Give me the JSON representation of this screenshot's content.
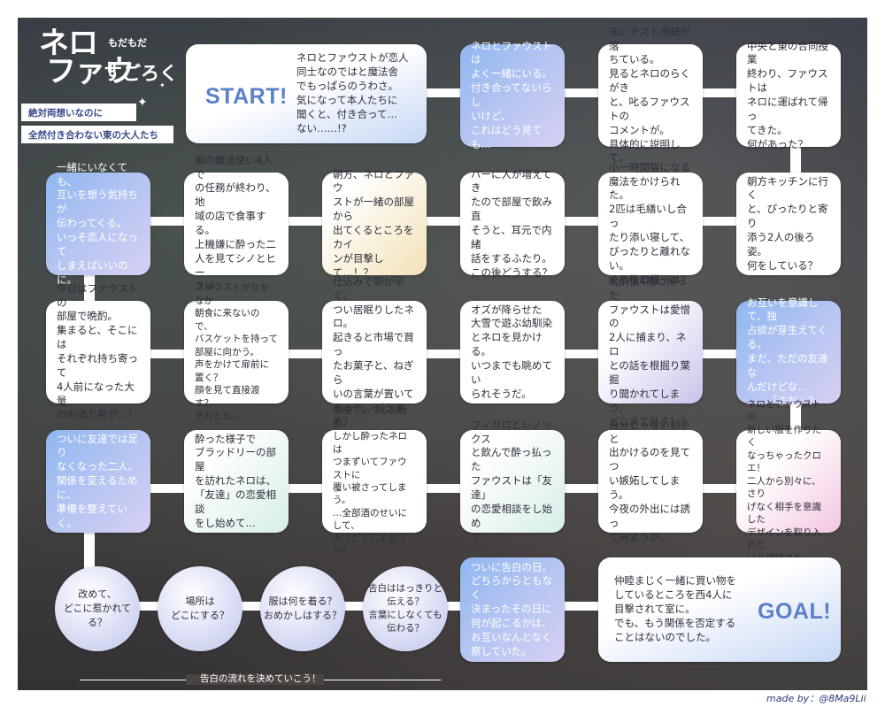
{
  "header": {
    "title_line1": "ネロ",
    "title_line2": "ファウ",
    "title_small": "もだもだ",
    "title_line3": "すごろく",
    "tag1": "絶対両想いなのに",
    "tag2": "全然付き合わない東の大人たち",
    "star_icon": "✦"
  },
  "row1": {
    "start_label": "START!",
    "start_text": "ネロとファウストが恋人\n同士なのではと魔法舎\nでもっぱらのうわさ。\n気になって本人たちに\n聞くと、付き合って…\nない……!?",
    "c2": "ネロとファウストは\nよく一緒にいる。\n付き合ってないらし\nいけど、\nこれはどう見ても…",
    "c3": "床にテスト用紙が落\nちている。\n見るとネロのらくがき\nと、叱るファウストの\nコメントが。\n具体的に説明して。",
    "c4": "中央と東の合同授業\n終わり、ファウストは\nネロに運ばれて帰っ\nてきた。\n何があった？"
  },
  "row2": {
    "c1": "一緒にいなくても、\n互いを想う気持ちが\n伝わってくる。\nいっそ恋人になって\nしまえばいいのに。",
    "c2": "東の魔法使い4人で\nの任務が終わり、地\n域の店で食事する。\n上機嫌に酔った二\n人を見てシノとヒー\nスは…",
    "c3": "朝方、ネロとファウ\nストが一緒の部屋から\n出てくるところをカイ\nンが目撃して…！？",
    "c4": "バーに人が増えてき\nたので部屋で飲み直\nそうと、耳元で内緒\n話をするふたり。\nこの後どうする？",
    "c5": "小一時間猫になる\n魔法をかけられた。\n2匹は毛繕いし合っ\nたり添い寝して、\nぴったりと離れない。\nその後の様子は？",
    "c6": "朝方キッチンに行く\nと、ぴったりと寄り\n添う2人の後ろ姿。\n何をしている？"
  },
  "row3": {
    "c1": "今日はファウストの\n部屋で晩酌。\n集まると、そこには\nそれぞれ持ち寄って\n4人前になった大量\nのお酒と肴が…！",
    "c2": "ファウストがなかなか\n朝食に来ないので、\nバスケットを持って\n部屋に向かう。\n声をかけて扉前に置く？\n顔を見て直接渡す？\nそれとも…",
    "c3": "仕込みで朝が早く、\nつい居眠りしたネロ。\n起きると市場で買っ\nたお菓子と、ねぎら\nいの言葉が置いて\nあった。どうする？",
    "c4": "オズが降らせた\n大雪で遊ぶ幼馴染\nとネロを見かける。\nいつまでも眺めてい\nられそうだ。",
    "c5": "晩酌後4階に帰った\nファウストは愛憎の\n2人に捕まり、ネロ\nとの話を根掘り葉掘\nり聞かれてしまう。\nどこまで話す！？",
    "c6": "お互いを意識して、独\n占欲が芽生えてくる。\nまだ、ただの友達な\nんだけどな…\n……「まだ」？"
  },
  "row4": {
    "c1": "ついに友達では足り\nなくなった二人。\n関係を変えるために、\n準備を整えていく。",
    "c2": "酔った様子で\nブラッドリーの部屋\nを訪れたネロは、\n「友達」の恋愛相談\nをし始めて…",
    "c3": "部屋でいつもの晩酌。\nしかし酔ったネロは\nつまずいてファウストに\n覆い被さってしまう。\n…全部酒のせいにして、\nキスしてしまおうか？",
    "c4": "フィガロとレノックス\nと飲んで酔っ払った\nファウストは「友達」\nの恋愛相談をし始め\nて…",
    "c5": "自分じゃない相手と\n出かけるのを見てつ\nい嫉妬してしまう。\n今夜の外出には誘っ\nてみようか。",
    "c6": "ネロとファウストの\n新しい服を作りたく\nなっちゃったクロエ！\n二人から別々に、さり\nげなく相手を意識した\nデザインを取り入れた\nいと相談され…"
  },
  "row5": {
    "q1": "改めて、\nどこに惹かれてる？",
    "q2": "場所は\nどこにする？",
    "q3": "服は何を着る？\nおめかしはする？",
    "q4": "告白ははっきりと\n伝える？\n言葉にしなくても\n伝わる？",
    "c5": "ついに告白の日。\nどちらからともなく\n決まったその日に\n何が起こるかは、\nお互いなんとなく\n察していた。",
    "goal_text": "仲睦まじく一緒に買い物を\nしているところを西4人に\n目撃されて室に。\nでも、もう関係を否定する\nことはないのでした。",
    "goal_label": "GOAL!"
  },
  "footer": {
    "flow_text": "告白の流れを決めていこう！",
    "made_by": "made by：@8Ma9Lii"
  }
}
